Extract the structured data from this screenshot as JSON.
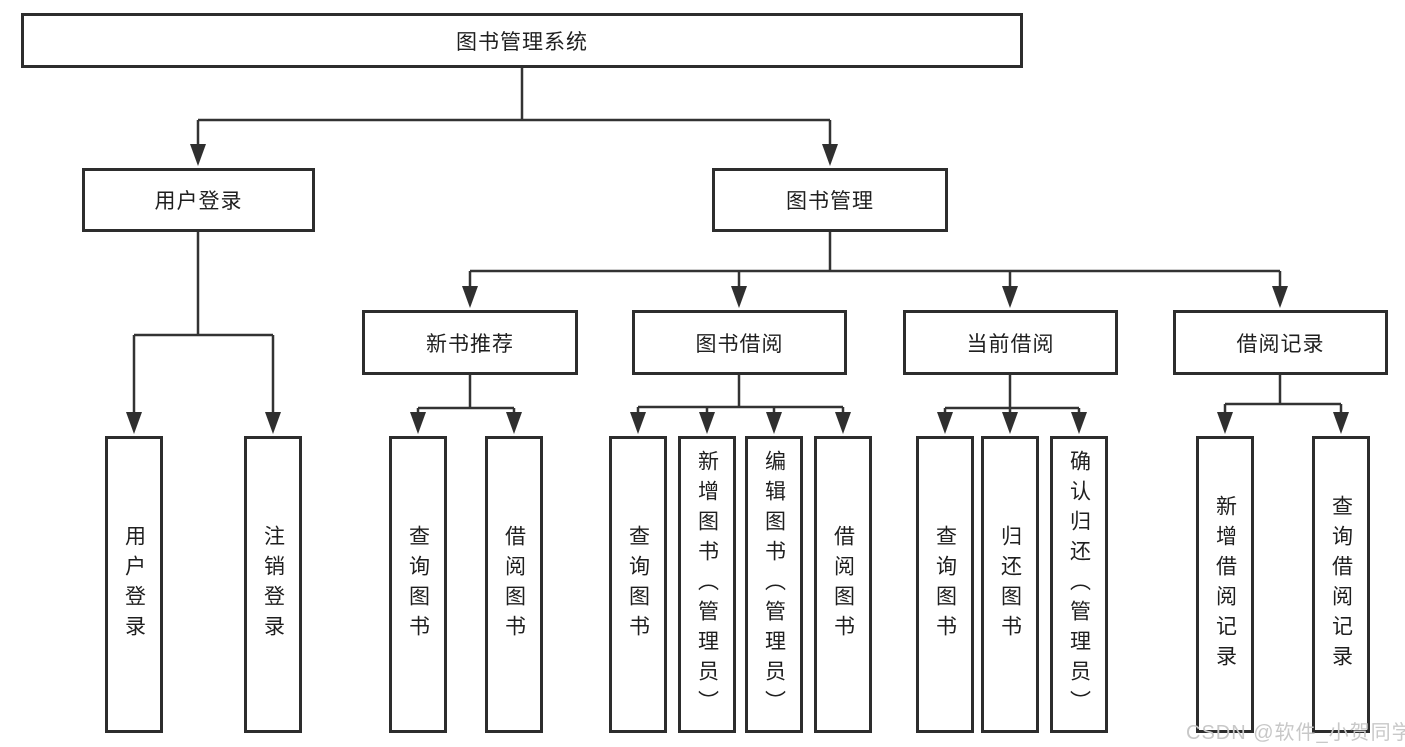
{
  "diagram": {
    "root": {
      "label": "图书管理系统"
    },
    "branches": [
      {
        "label": "用户登录"
      },
      {
        "label": "图书管理"
      }
    ],
    "modules": [
      {
        "label": "新书推荐"
      },
      {
        "label": "图书借阅"
      },
      {
        "label": "当前借阅"
      },
      {
        "label": "借阅记录"
      }
    ],
    "leaves": [
      {
        "label": "用户登录"
      },
      {
        "label": "注销登录"
      },
      {
        "label": "查询图书"
      },
      {
        "label": "借阅图书"
      },
      {
        "label": "查询图书"
      },
      {
        "label": "新增图书（管理员）"
      },
      {
        "label": "编辑图书（管理员）"
      },
      {
        "label": "借阅图书"
      },
      {
        "label": "查询图书"
      },
      {
        "label": "归还图书"
      },
      {
        "label": "确认归还（管理员）"
      },
      {
        "label": "新增借阅记录"
      },
      {
        "label": "查询借阅记录"
      }
    ]
  },
  "watermark": {
    "text": "CSDN @软件_小贺同学"
  },
  "colors": {
    "line": "#333333",
    "box_border": "#2d2d2d",
    "text": "#1f1f1f",
    "watermark": "#c8c8c8",
    "background": "#ffffff"
  }
}
